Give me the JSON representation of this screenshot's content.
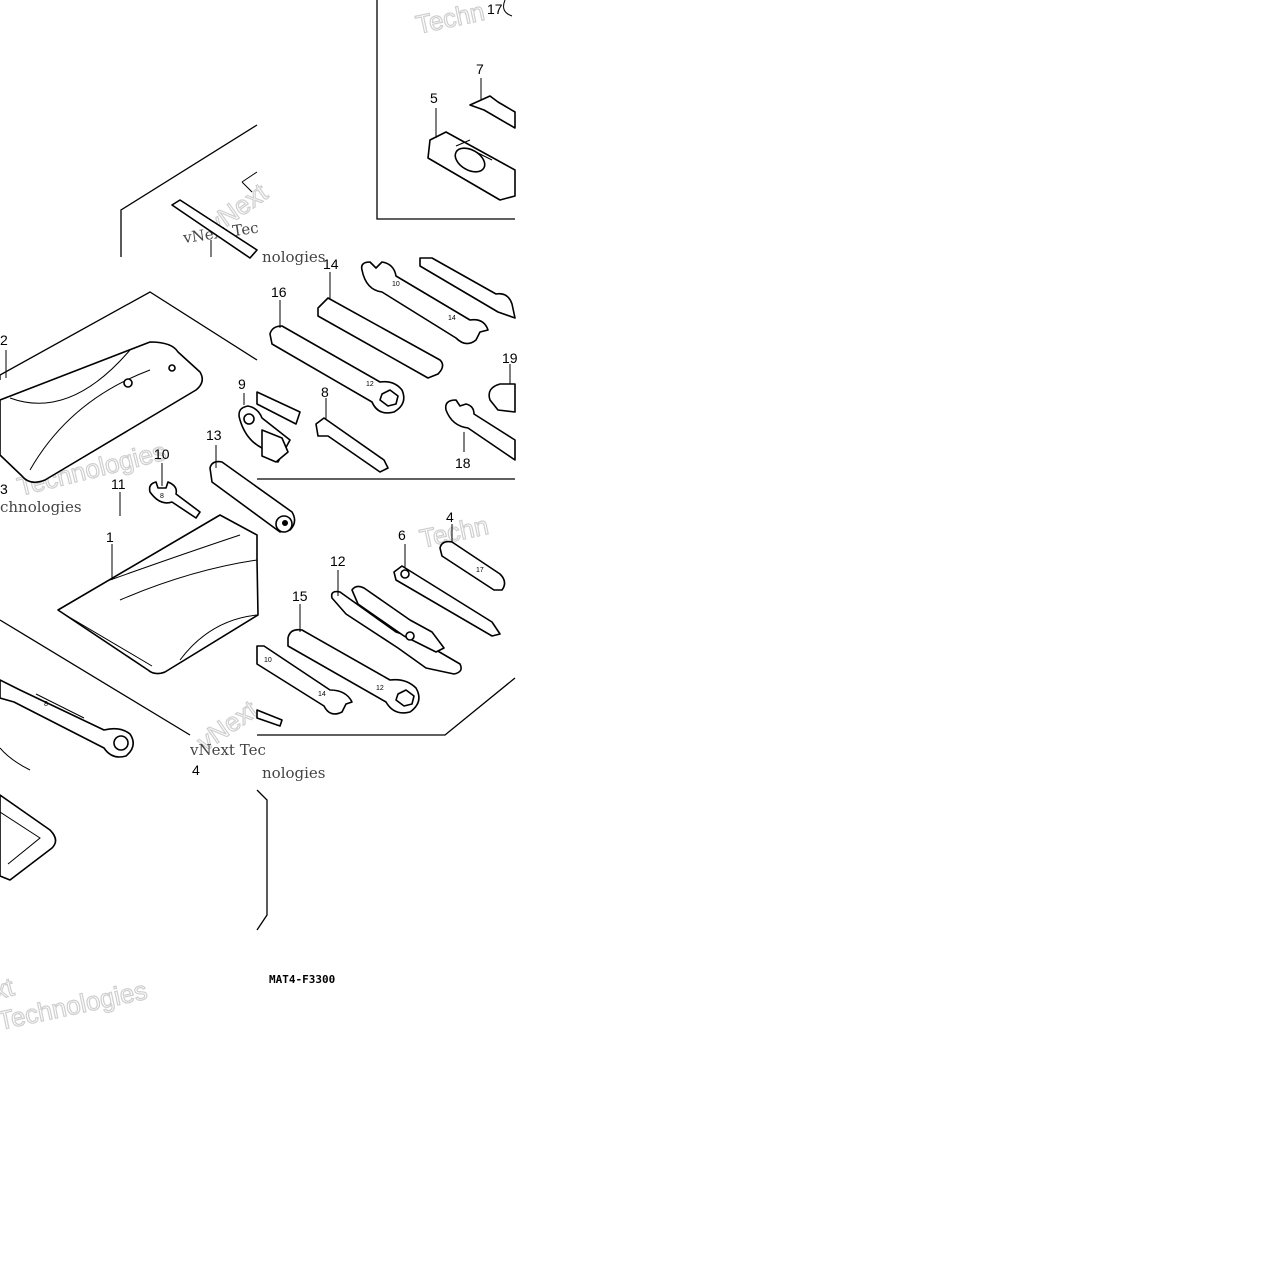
{
  "diagram": {
    "drawing_code": "MAT4-F3300",
    "watermark_tokens": [
      "vNext",
      "Tec",
      "nologies",
      "Technologies",
      "vNext Tec",
      "xt",
      "Techn",
      "chnologies"
    ],
    "callouts": {
      "c1": "1",
      "c2": "2",
      "c3": "3",
      "c4a": "4",
      "c4b": "4",
      "c5": "5",
      "c6": "6",
      "c7": "7",
      "c8": "8",
      "c9": "9",
      "c10": "10",
      "c11": "11",
      "c12": "12",
      "c13": "13",
      "c14": "14",
      "c15": "15",
      "c16": "16",
      "c17": "17",
      "c18": "18",
      "c19": "19"
    },
    "stamped_sizes": [
      "10",
      "14",
      "12",
      "8",
      "17",
      "10",
      "12",
      "8"
    ]
  }
}
